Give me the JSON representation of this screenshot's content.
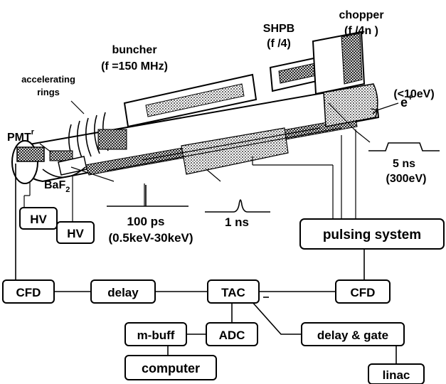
{
  "labels": {
    "chopper": "chopper",
    "chopper_freq": "(f /4n )",
    "shpb": "SHPB",
    "shpb_freq": "(f /4)",
    "buncher": "buncher",
    "buncher_freq": "(f =150 MHz)",
    "accelerating": "accelerating",
    "rings": "rings",
    "pmt": "PMT",
    "pmt_sup": "r",
    "positron": "e",
    "positron_sup": "+",
    "positron_energy": "(<10eV)",
    "pulse_width": "5 ns",
    "pulse_energy": "(300eV)",
    "baf2": "BaF",
    "baf2_sub": "2",
    "bunch_width": "100 ps",
    "bunch_energy": "(0.5keV-30keV)",
    "ns_pulse": "1 ns"
  },
  "boxes": {
    "hv1": "HV",
    "hv2": "HV",
    "pulsing": "pulsing system",
    "cfd_left": "CFD",
    "delay": "delay",
    "tac": "TAC",
    "cfd_right": "CFD",
    "mbuff": "m-buff",
    "adc": "ADC",
    "delay_gate": "delay & gate",
    "computer": "computer",
    "linac": "linac"
  }
}
